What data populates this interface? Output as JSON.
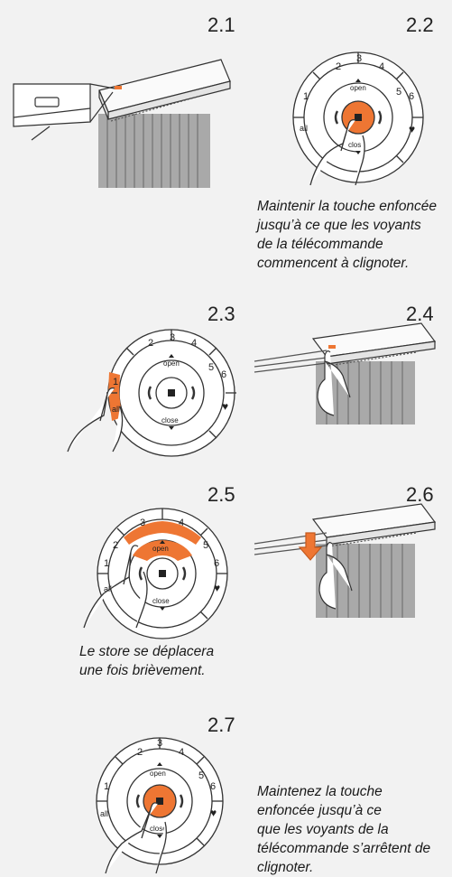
{
  "steps": [
    {
      "number": "2.1"
    },
    {
      "number": "2.2",
      "caption": [
        "Maintenir la touche enfoncée",
        "jusqu’à ce que les voyants",
        "de la télécommande",
        "commencent à clignoter."
      ]
    },
    {
      "number": "2.3"
    },
    {
      "number": "2.4"
    },
    {
      "number": "2.5",
      "caption": [
        "Le store se déplacera",
        "une fois brièvement."
      ]
    },
    {
      "number": "2.6"
    },
    {
      "number": "2.7",
      "caption": [
        "Maintenez la touche",
        "enfoncée jusqu’à ce",
        "que les voyants de la",
        "télécommande s’arrêtent de",
        "clignoter."
      ]
    }
  ],
  "remote": {
    "buttons": [
      "1",
      "2",
      "3",
      "4",
      "5",
      "6",
      "all",
      "♥"
    ],
    "open": "open",
    "close": "close"
  },
  "colors": {
    "accent": "#ee7633",
    "background": "#f2f2f2",
    "line": "#333333"
  }
}
